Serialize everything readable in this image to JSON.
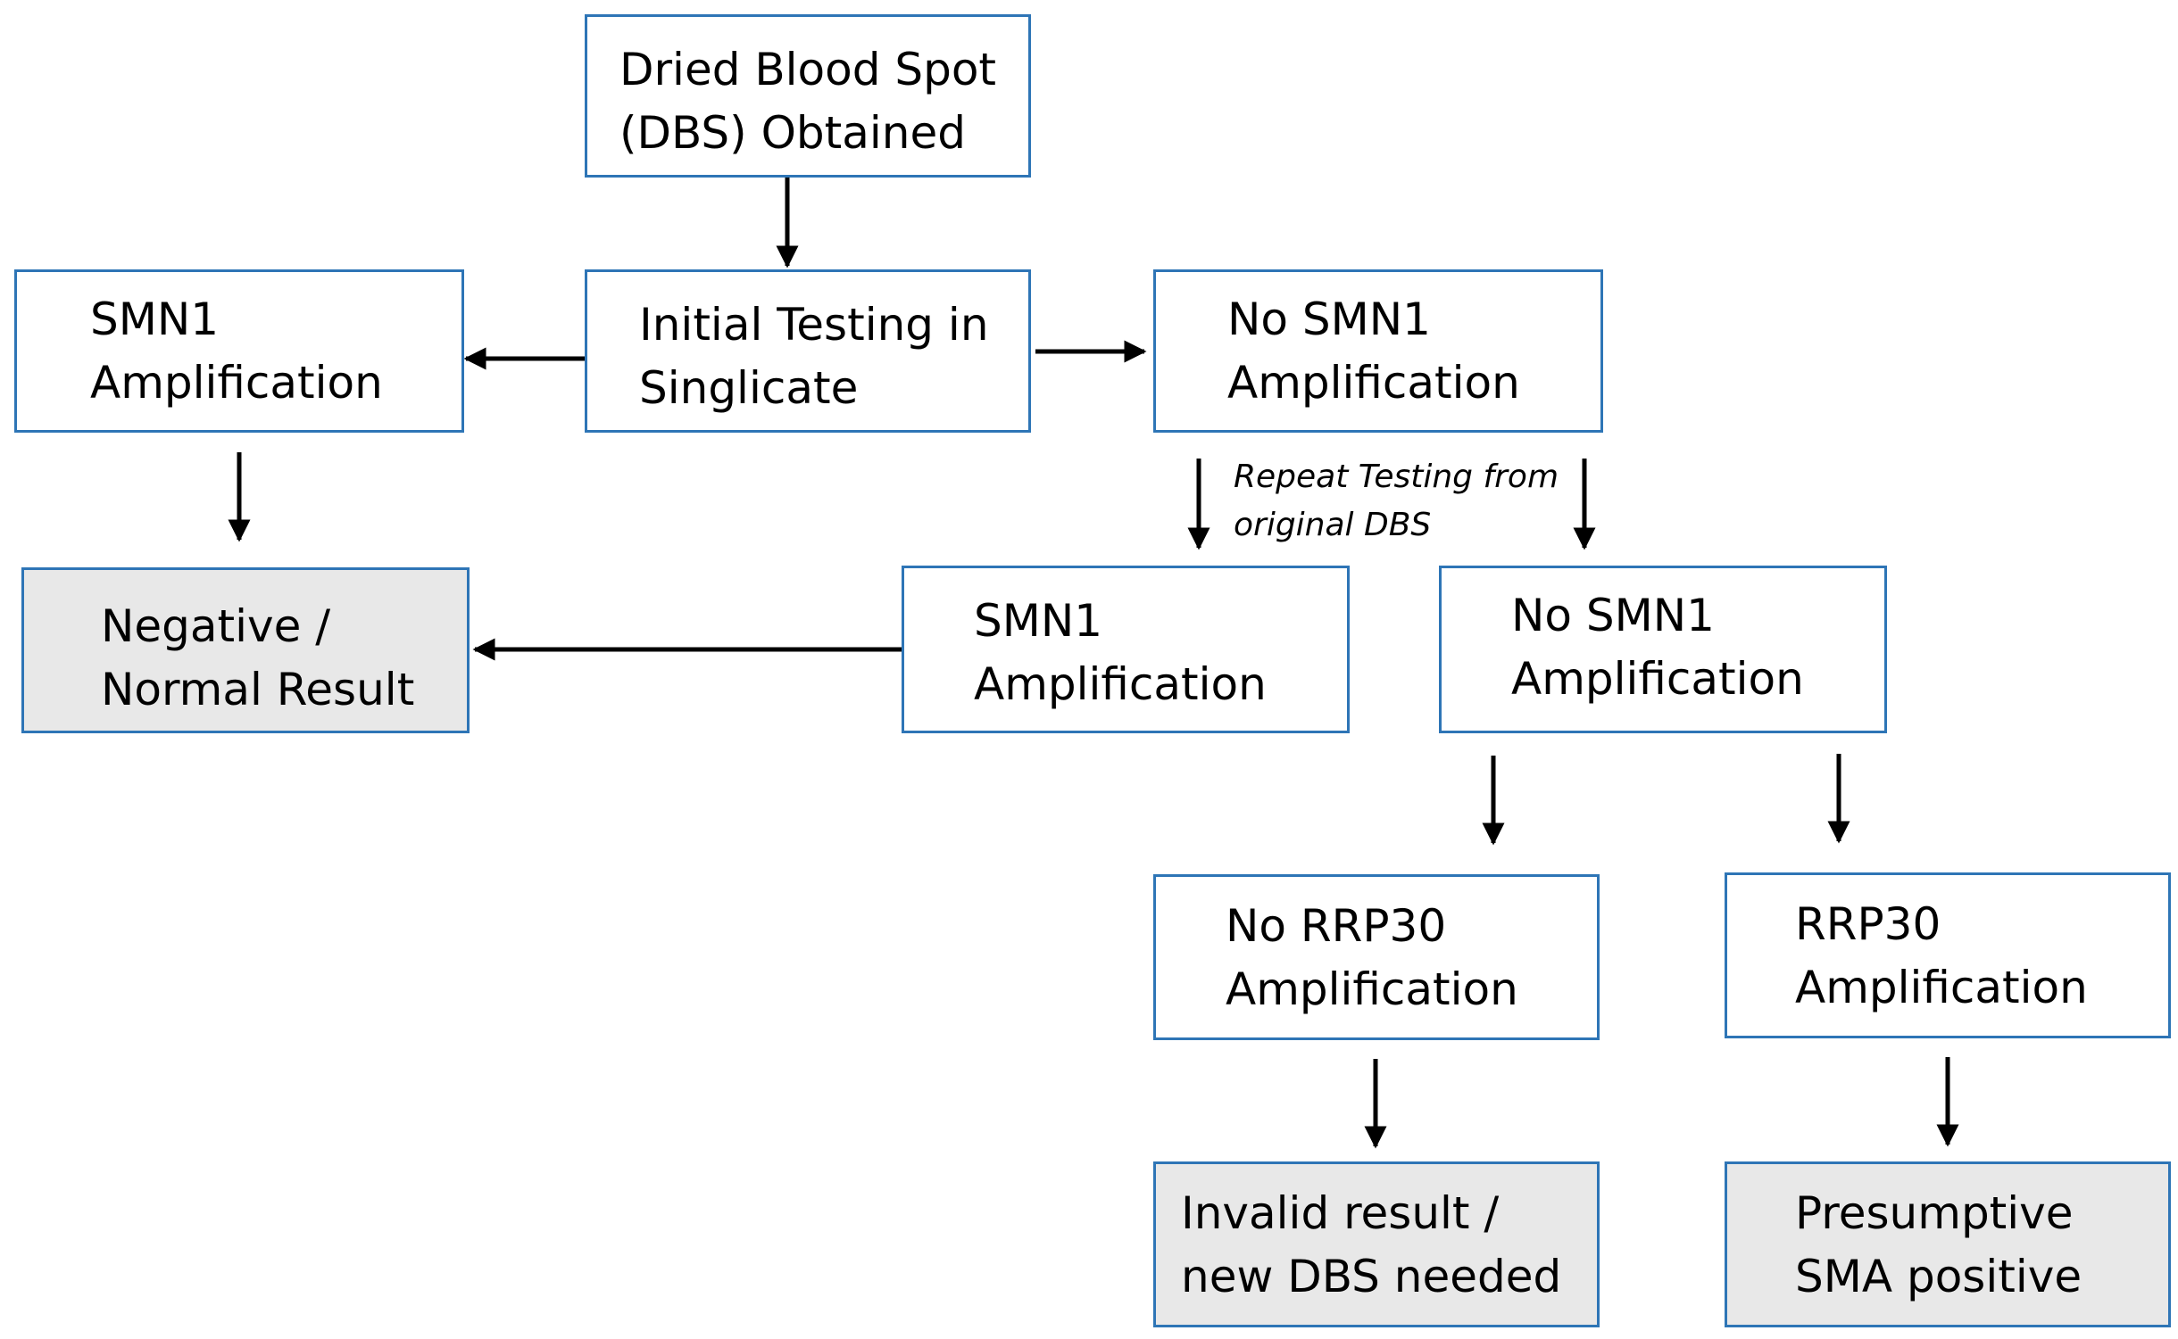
{
  "diagram": {
    "colors": {
      "box_border": "#2e75b6",
      "terminal_fill": "#e8e8e8",
      "box_fill": "#ffffff",
      "arrow": "#000000"
    },
    "nodes": {
      "dbs_obtained": {
        "lines": [
          "Dried Blood Spot",
          "(DBS) Obtained"
        ]
      },
      "initial_testing": {
        "lines": [
          "Initial Testing in",
          "Singlicate"
        ]
      },
      "smn1_amp_initial": {
        "lines": [
          "SMN1",
          "Amplification"
        ]
      },
      "no_smn1_amp_initial": {
        "lines": [
          "No SMN1",
          "Amplification"
        ]
      },
      "negative_result": {
        "lines": [
          "Negative /",
          "Normal Result"
        ]
      },
      "smn1_amp_repeat": {
        "lines": [
          "SMN1",
          "Amplification"
        ]
      },
      "no_smn1_amp_repeat": {
        "lines": [
          "No SMN1",
          "Amplification"
        ]
      },
      "no_rrp30_amp": {
        "lines": [
          "No RRP30",
          "Amplification"
        ]
      },
      "rrp30_amp": {
        "lines": [
          "RRP30",
          "Amplification"
        ]
      },
      "invalid_result": {
        "lines": [
          "Invalid result /",
          "new DBS needed"
        ]
      },
      "presumptive_positive": {
        "lines": [
          "Presumptive",
          "SMA positive"
        ]
      }
    },
    "repeat_note": {
      "lines": [
        "Repeat Testing from",
        "original DBS"
      ]
    }
  }
}
